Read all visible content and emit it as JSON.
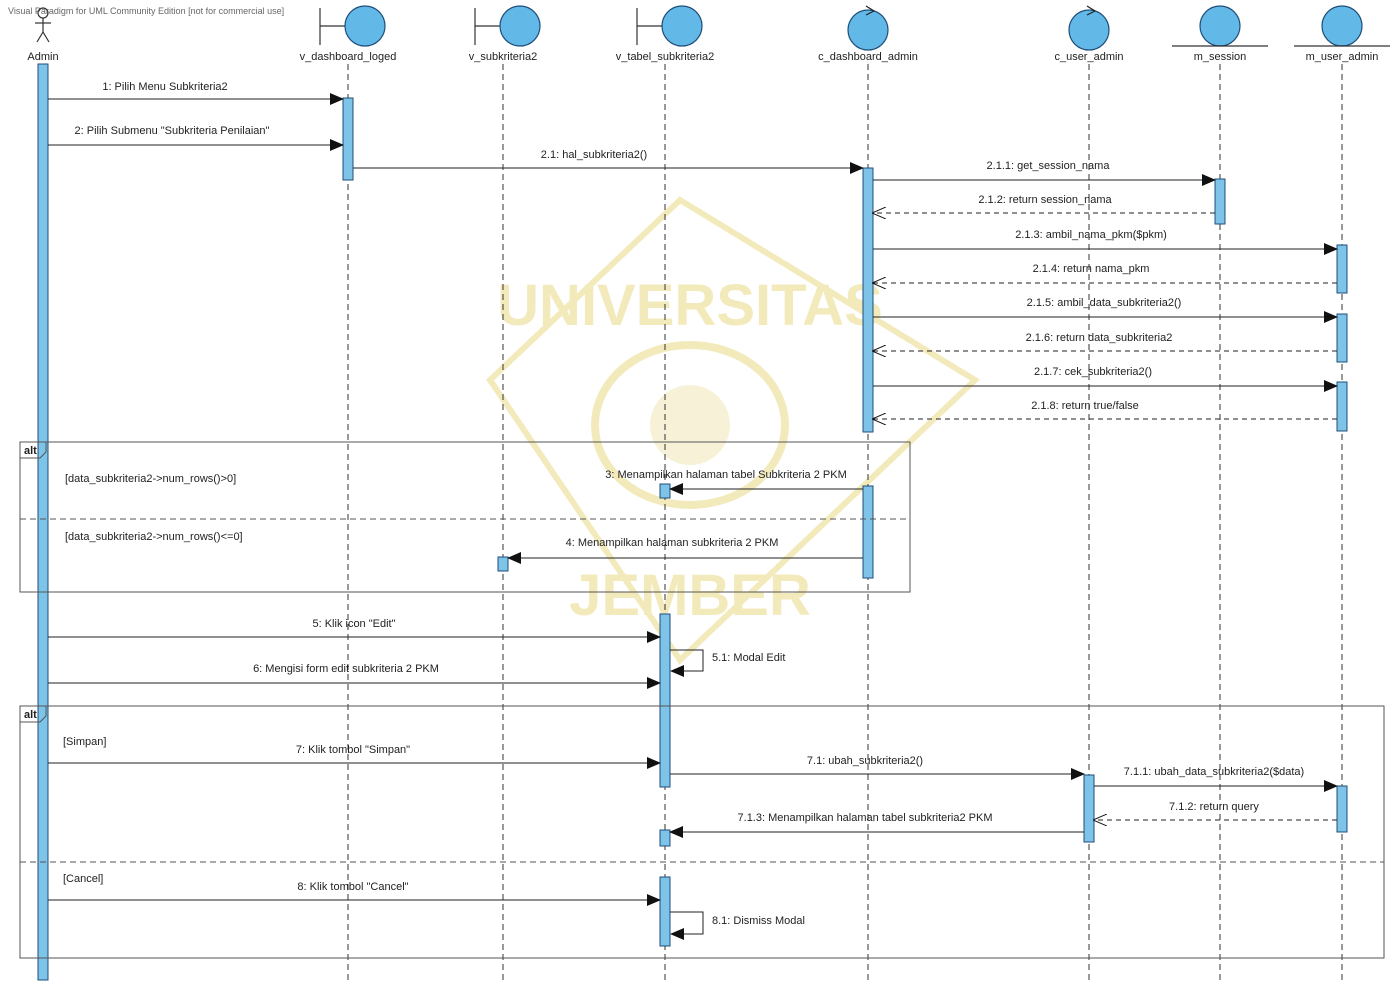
{
  "watermark_header": "Visual Paradigm for UML Community Edition [not for commercial use]",
  "colors": {
    "object_fill": "#62b8e6",
    "object_stroke": "#1f4d7a",
    "activation_fill": "#7ec3e8",
    "line": "#222222",
    "frame": "#555555",
    "watermark": "#efe3a6"
  },
  "lifelines": [
    {
      "id": "admin",
      "name": "Admin",
      "kind": "actor"
    },
    {
      "id": "v_dashboard_loged",
      "name": "v_dashboard_loged",
      "kind": "boundary"
    },
    {
      "id": "v_subkriteria2",
      "name": "v_subkriteria2",
      "kind": "boundary"
    },
    {
      "id": "v_tabel_subkriteria2",
      "name": "v_tabel_subkriteria2",
      "kind": "boundary"
    },
    {
      "id": "c_dashboard_admin",
      "name": "c_dashboard_admin",
      "kind": "control"
    },
    {
      "id": "c_user_admin",
      "name": "c_user_admin",
      "kind": "control"
    },
    {
      "id": "m_session",
      "name": "m_session",
      "kind": "entity"
    },
    {
      "id": "m_user_admin",
      "name": "m_user_admin",
      "kind": "entity"
    }
  ],
  "messages": [
    {
      "id": "m1",
      "from": "admin",
      "to": "v_dashboard_loged",
      "label": "1: Pilih Menu Subkriteria2",
      "kind": "call"
    },
    {
      "id": "m2",
      "from": "admin",
      "to": "v_dashboard_loged",
      "label": "2: Pilih Submenu \"Subkriteria Penilaian\"",
      "kind": "call"
    },
    {
      "id": "m2_1",
      "from": "v_dashboard_loged",
      "to": "c_dashboard_admin",
      "label": "2.1: hal_subkriteria2()",
      "kind": "call"
    },
    {
      "id": "m2_1_1",
      "from": "c_dashboard_admin",
      "to": "m_session",
      "label": "2.1.1: get_session_nama",
      "kind": "call"
    },
    {
      "id": "m2_1_2",
      "from": "m_session",
      "to": "c_dashboard_admin",
      "label": "2.1.2: return session_nama",
      "kind": "return"
    },
    {
      "id": "m2_1_3",
      "from": "c_dashboard_admin",
      "to": "m_user_admin",
      "label": "2.1.3: ambil_nama_pkm($pkm)",
      "kind": "call"
    },
    {
      "id": "m2_1_4",
      "from": "m_user_admin",
      "to": "c_dashboard_admin",
      "label": "2.1.4: return nama_pkm",
      "kind": "return"
    },
    {
      "id": "m2_1_5",
      "from": "c_dashboard_admin",
      "to": "m_user_admin",
      "label": "2.1.5: ambil_data_subkriteria2()",
      "kind": "call"
    },
    {
      "id": "m2_1_6",
      "from": "m_user_admin",
      "to": "c_dashboard_admin",
      "label": "2.1.6: return data_subkriteria2",
      "kind": "return"
    },
    {
      "id": "m2_1_7",
      "from": "c_dashboard_admin",
      "to": "m_user_admin",
      "label": "2.1.7: cek_subkriteria2()",
      "kind": "call"
    },
    {
      "id": "m2_1_8",
      "from": "m_user_admin",
      "to": "c_dashboard_admin",
      "label": "2.1.8: return true/false",
      "kind": "return"
    },
    {
      "id": "m3",
      "from": "c_dashboard_admin",
      "to": "v_tabel_subkriteria2",
      "label": "3: Menampilkan halaman tabel Subkriteria 2 PKM",
      "kind": "call"
    },
    {
      "id": "m4",
      "from": "c_dashboard_admin",
      "to": "v_subkriteria2",
      "label": "4: Menampilkan halaman subkriteria 2 PKM",
      "kind": "call"
    },
    {
      "id": "m5",
      "from": "admin",
      "to": "v_tabel_subkriteria2",
      "label": "5: Klik icon \"Edit\"",
      "kind": "call"
    },
    {
      "id": "m5_1",
      "from": "v_tabel_subkriteria2",
      "to": "v_tabel_subkriteria2",
      "label": "5.1: Modal Edit",
      "kind": "self"
    },
    {
      "id": "m6",
      "from": "admin",
      "to": "v_tabel_subkriteria2",
      "label": "6: Mengisi form edit subkriteria 2 PKM",
      "kind": "call"
    },
    {
      "id": "m7",
      "from": "admin",
      "to": "v_tabel_subkriteria2",
      "label": "7: Klik tombol \"Simpan\"",
      "kind": "call"
    },
    {
      "id": "m7_1",
      "from": "v_tabel_subkriteria2",
      "to": "c_user_admin",
      "label": "7.1: ubah_subkriteria2()",
      "kind": "call"
    },
    {
      "id": "m7_1_1",
      "from": "c_user_admin",
      "to": "m_user_admin",
      "label": "7.1.1: ubah_data_subkriteria2($data)",
      "kind": "call"
    },
    {
      "id": "m7_1_2",
      "from": "m_user_admin",
      "to": "c_user_admin",
      "label": "7.1.2: return query",
      "kind": "return"
    },
    {
      "id": "m7_1_3",
      "from": "c_user_admin",
      "to": "v_tabel_subkriteria2",
      "label": "7.1.3: Menampilkan halaman tabel subkriteria2 PKM",
      "kind": "call"
    },
    {
      "id": "m8",
      "from": "admin",
      "to": "v_tabel_subkriteria2",
      "label": "8: Klik tombol \"Cancel\"",
      "kind": "call"
    },
    {
      "id": "m8_1",
      "from": "v_tabel_subkriteria2",
      "to": "v_tabel_subkriteria2",
      "label": "8.1: Dismiss Modal",
      "kind": "self"
    }
  ],
  "fragments": [
    {
      "id": "alt1",
      "operator": "alt",
      "guards": [
        "[data_subkriteria2->num_rows()>0]",
        "[data_subkriteria2->num_rows()<=0]"
      ]
    },
    {
      "id": "alt2",
      "operator": "alt",
      "guards": [
        "[Simpan]",
        "[Cancel]"
      ]
    }
  ],
  "watermark": {
    "top": "UNIVERSITAS",
    "bottom": "JEMBER"
  }
}
